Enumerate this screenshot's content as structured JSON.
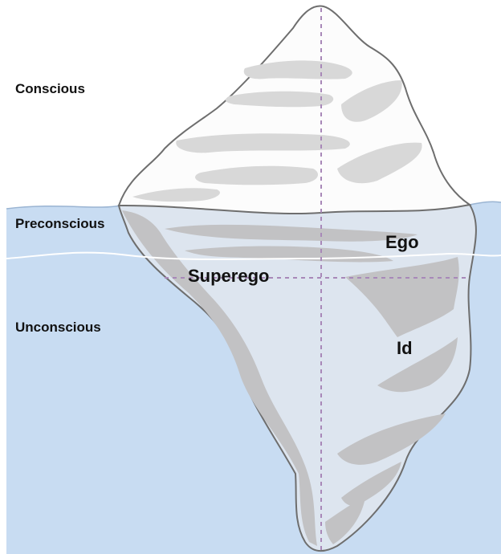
{
  "levels": {
    "conscious": "Conscious",
    "preconscious": "Preconscious",
    "unconscious": "Unconscious"
  },
  "parts": {
    "ego": "Ego",
    "superego": "Superego",
    "id": "Id"
  },
  "colors": {
    "water": "#c8dcf2",
    "water_edge": "#9ab4d2",
    "ice_above": "#fcfcfc",
    "ice_below": "#dde5ef",
    "shadow_above": "#d8d8d8",
    "shadow_below": "#c2c2c4",
    "outline": "#6e6e6e",
    "divider_line": "#a888b8",
    "preconscious_line": "#ffffff"
  }
}
